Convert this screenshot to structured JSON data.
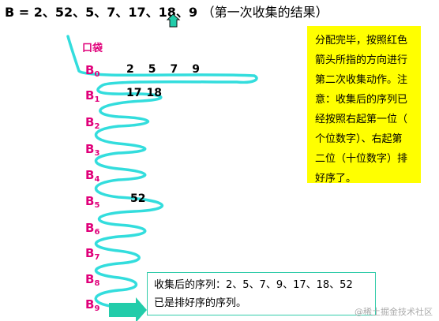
{
  "title": {
    "text": "B = 2、52、5、7、17、18、9",
    "note": "（第一次收集的结果）"
  },
  "pocket_label": "口袋",
  "buckets": [
    {
      "name": "B",
      "index": "0",
      "values": [
        "2",
        "5",
        "7",
        "9"
      ]
    },
    {
      "name": "B",
      "index": "1",
      "values": [
        "17",
        "18"
      ]
    },
    {
      "name": "B",
      "index": "2",
      "values": []
    },
    {
      "name": "B",
      "index": "3",
      "values": []
    },
    {
      "name": "B",
      "index": "4",
      "values": []
    },
    {
      "name": "B",
      "index": "5",
      "values": [
        "52"
      ]
    },
    {
      "name": "B",
      "index": "6",
      "values": []
    },
    {
      "name": "B",
      "index": "7",
      "values": []
    },
    {
      "name": "B",
      "index": "8",
      "values": []
    },
    {
      "name": "B",
      "index": "9",
      "values": []
    }
  ],
  "info_box": {
    "lines": [
      "分配完毕，按照红色",
      "箭头所指的方向进行",
      "第二次收集动作。注",
      "意：收集后的序列已",
      "经按照右起第一位（",
      "个位数字）、右起第",
      "二位（十位数字）排",
      "好序了。"
    ]
  },
  "result_box": {
    "line1": "收集后的序列：2、5、7、9、17、18、52",
    "line2": "已是排好序的序列。"
  },
  "watermark": "@稀土掘金技术社区",
  "colors": {
    "curve": "#33dddd",
    "bucket_label": "#e0007a",
    "info_bg": "#ffff00",
    "arrow": "#22ccaa"
  }
}
